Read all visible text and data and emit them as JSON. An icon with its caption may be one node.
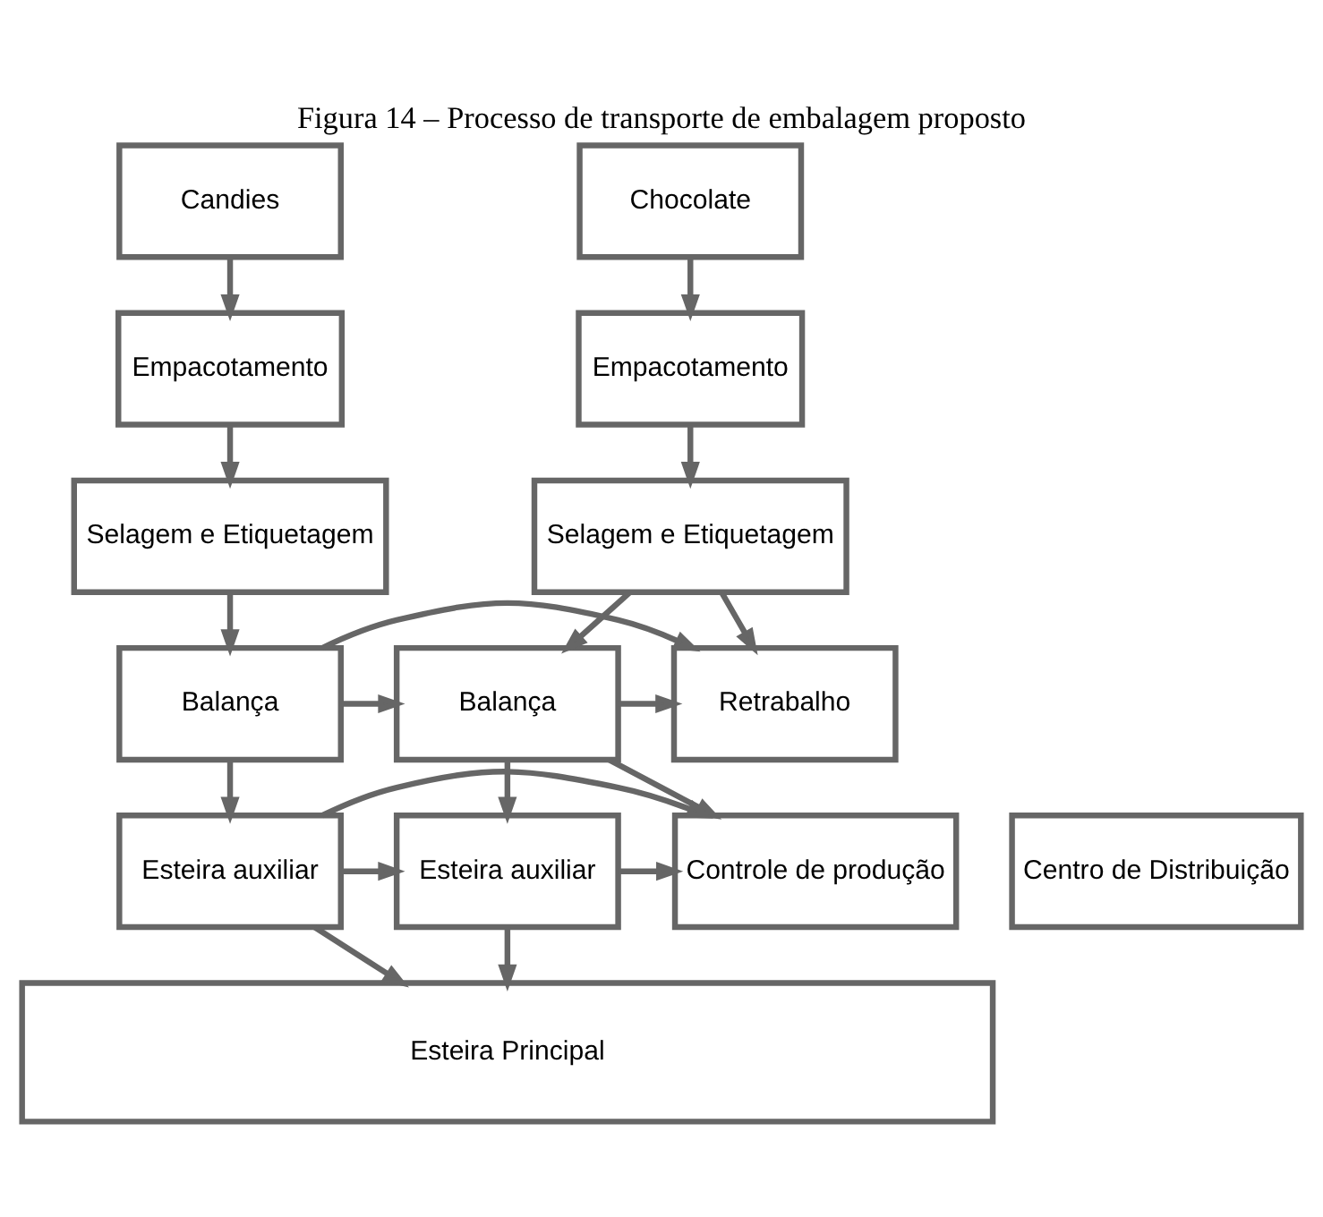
{
  "diagram": {
    "title": "Figura 14 – Processo de transporte de embalagem proposto",
    "nodes": [
      {
        "text": [
          "Candies"
        ]
      },
      {
        "text": [
          "Chocolate"
        ]
      },
      {
        "text": [
          "Empacotamento"
        ]
      },
      {
        "text": [
          "Empacotamento"
        ]
      },
      {
        "text": [
          "Selagem e Etiquetagem"
        ]
      },
      {
        "text": [
          "Selagem e Etiquetagem"
        ]
      },
      {
        "text": [
          "Balança"
        ]
      },
      {
        "text": [
          "Balança"
        ]
      },
      {
        "text": [
          "Retrabalho"
        ]
      },
      {
        "text": [
          "Esteira auxiliar"
        ]
      },
      {
        "text": [
          "Esteira auxiliar"
        ]
      },
      {
        "text": [
          "Controle de produção"
        ]
      },
      {
        "text": [
          "Centro de Distribuição"
        ]
      },
      {
        "text": [
          "Esteira Principal"
        ]
      }
    ],
    "edges": [
      {
        "from": 0,
        "to": 2,
        "arrow": "to"
      },
      {
        "from": 1,
        "to": 3,
        "arrow": "to"
      },
      {
        "from": 2,
        "to": 4,
        "arrow": "to"
      },
      {
        "from": 3,
        "to": 5,
        "arrow": "to"
      },
      {
        "from": 4,
        "to": 6,
        "arrow": "to"
      },
      {
        "from": 5,
        "to": 7,
        "arrow": "to"
      },
      {
        "from": 5,
        "to": 8,
        "arrow": "to"
      },
      {
        "from": 6,
        "to": 7,
        "arrow": "to"
      },
      {
        "from": 6,
        "to": 8,
        "arrow": "to"
      },
      {
        "from": 7,
        "to": 8,
        "arrow": "to"
      },
      {
        "from": 6,
        "to": 9,
        "arrow": "to"
      },
      {
        "from": 7,
        "to": 10,
        "arrow": "to"
      },
      {
        "from": 7,
        "to": 11,
        "arrow": "to"
      },
      {
        "from": 9,
        "to": 10,
        "arrow": "to"
      },
      {
        "from": 9,
        "to": 11,
        "arrow": "to"
      },
      {
        "from": 10,
        "to": 11,
        "arrow": "to"
      },
      {
        "from": 9,
        "to": 13,
        "arrow": "to"
      },
      {
        "from": 10,
        "to": 13,
        "arrow": "to"
      }
    ]
  }
}
